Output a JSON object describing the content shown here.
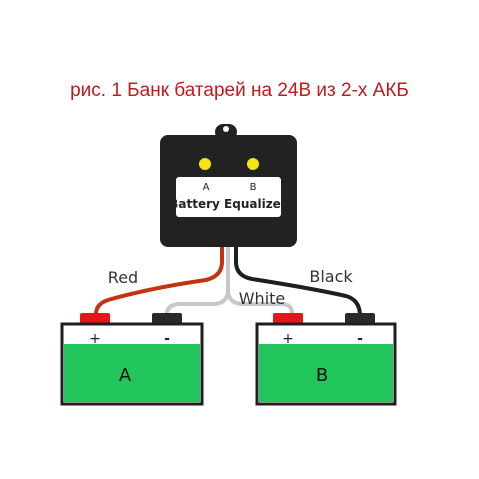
{
  "caption": "рис. 1  Банк батарей на 24В из 2-х АКБ",
  "device": {
    "label": "Battery Equalizer",
    "led_a": "A",
    "led_b": "B",
    "led_color": "#f4e40f"
  },
  "wires": {
    "red": "Red",
    "white": "White",
    "black": "Black"
  },
  "batteries": [
    {
      "name": "A",
      "plus": "+",
      "minus": "-"
    },
    {
      "name": "B",
      "plus": "+",
      "minus": "-"
    }
  ],
  "colors": {
    "battery_fill": "#22c55c",
    "terminal_pos": "#e8141b",
    "terminal_neg": "#2a2a2a",
    "wire_red": "#c2340f",
    "wire_white": "#c8c8c8",
    "wire_black": "#1f1f1f",
    "caption": "#c2191b"
  }
}
